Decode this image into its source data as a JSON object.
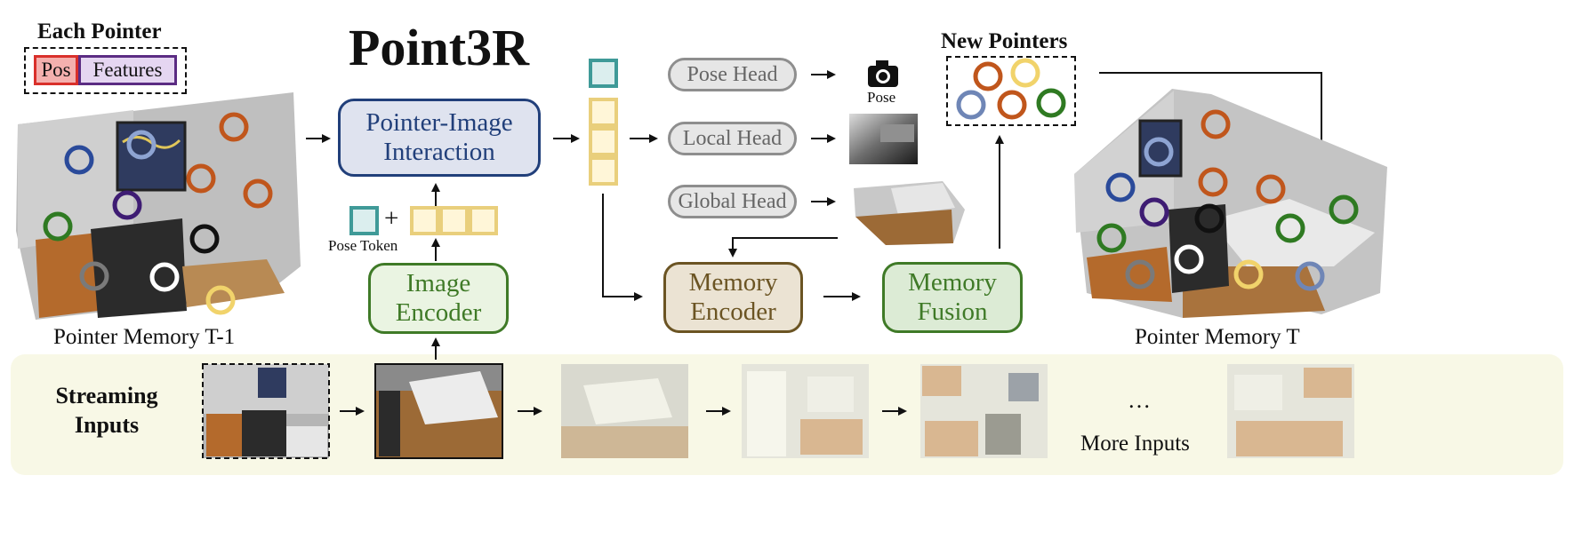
{
  "title": "Point3R",
  "each_pointer": {
    "label": "Each Pointer",
    "pos": "Pos",
    "features": "Features"
  },
  "memory_prev_label": "Pointer Memory T-1",
  "memory_next_label": "Pointer Memory T",
  "interaction_box": "Pointer-Image Interaction",
  "encoder_box": "Image Encoder",
  "pose_token_label": "Pose Token",
  "plus_sign": "+",
  "heads": {
    "pose": "Pose Head",
    "local": "Local Head",
    "global": "Global Head"
  },
  "pose_output_label": "Pose",
  "new_pointers_label": "New Pointers",
  "memory_encoder_box": "Memory Encoder",
  "memory_fusion_box": "Memory Fusion",
  "streaming_label": "Streaming Inputs",
  "ellipsis": "…",
  "more_inputs": "More Inputs",
  "colors": {
    "pos_fill": "#f4b0ae",
    "pos_border": "#d9302b",
    "features_fill": "#e5d6f1",
    "features_border": "#5b2c83",
    "interaction_border": "#213f7a",
    "interaction_fill": "#dfe3ef",
    "encoder_border": "#3f7a27",
    "encoder_fill": "#eaf4e2",
    "memory_encoder_border": "#6b5423",
    "memory_encoder_fill": "#ebe3d3",
    "memory_fusion_border": "#3f7a27",
    "memory_fusion_fill": "#dcebd5",
    "pose_token_border": "#3f9a98",
    "pose_token_fill": "#dbeeee",
    "image_token_border": "#e9cf7c",
    "image_token_fill": "#fff6d8",
    "streaming_band": "#f8f8e6"
  },
  "icons": [
    "camera-icon"
  ]
}
